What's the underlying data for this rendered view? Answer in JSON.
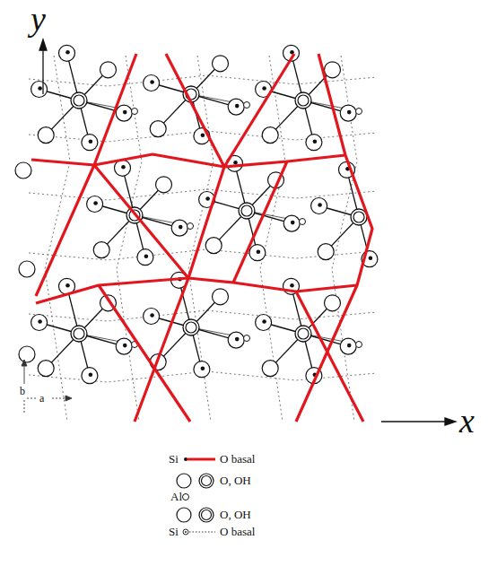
{
  "diagram": {
    "labels": [
      "y",
      "x",
      "b",
      "a"
    ],
    "legend": [
      {
        "text": "Si"
      },
      {
        "text": "O basal"
      },
      {
        "text": "O, OH"
      },
      {
        "text": "Al"
      },
      {
        "text": "O, OH"
      },
      {
        "text": "Si"
      },
      {
        "text": "O basal"
      }
    ]
  }
}
